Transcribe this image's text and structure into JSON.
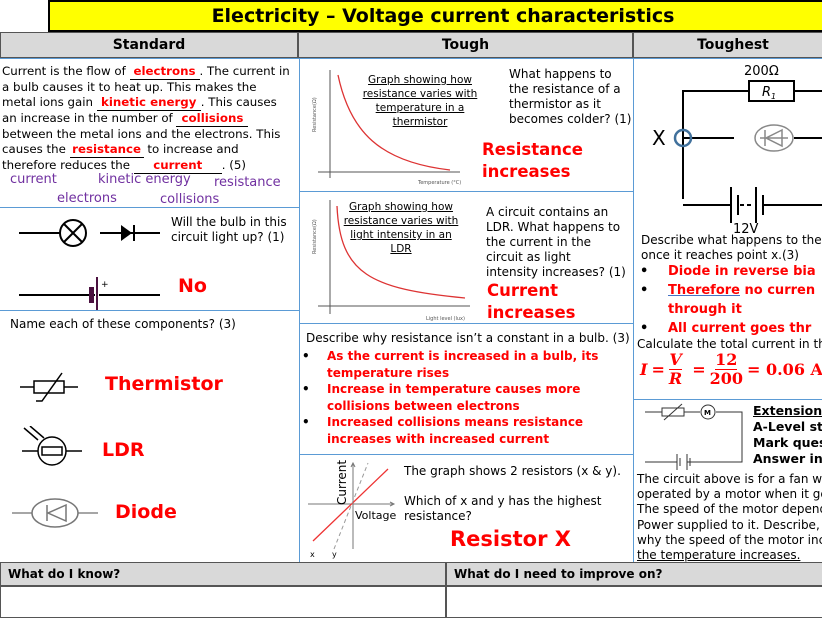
{
  "title": "Electricity – Voltage current characteristics",
  "columns": [
    "Standard",
    "Tough",
    "Toughest"
  ],
  "standard": {
    "fill": {
      "p1": "Current is the flow of ",
      "a1": "electrons",
      "p2": ". The current in a bulb causes it to heat up. This makes the metal ions gain ",
      "a2": "kinetic energy",
      "p3": ".  This causes an increase in the number of ",
      "a3": "collisions",
      "p4": " between the metal ions and the electrons. This causes the ",
      "a4": "resistance",
      "p5": " to increase and therefore reduces the ",
      "a5": "current",
      "p6": ". (5)"
    },
    "word_bank": [
      "current",
      "kinetic energy",
      "resistance",
      "electrons",
      "collisions"
    ],
    "bulb_question": "Will the bulb in this circuit light up? (1)",
    "bulb_answer": "No",
    "components_question": "Name each of these components? (3)",
    "components": [
      "Thermistor",
      "LDR",
      "Diode"
    ]
  },
  "tough": {
    "thermistor_graph_title": "Graph showing how resistance varies with temperature in a thermistor",
    "thermistor_graph_ylabel": "Resistance(Ω)",
    "thermistor_graph_xlabel": "Temperature (°C)",
    "thermistor_question": "What happens to the resistance of a thermistor as it becomes colder? (1)",
    "thermistor_answer": "Resistance increases",
    "ldr_graph_title": "Graph showing how resistance varies with light intensity in an LDR",
    "ldr_graph_ylabel": "Resistance(Ω)",
    "ldr_graph_xlabel": "Light level (lux)",
    "ldr_question": "A circuit contains an LDR. What happens to the current in the circuit as light intensity increases? (1)",
    "ldr_answer": "Current increases",
    "bulb_question": "Describe why resistance isn’t a constant in a bulb. (3)",
    "bulb_answers": [
      "As the current is increased in a bulb, its temperature rises",
      "Increase in temperature causes more collisions between electrons",
      "Increased collisions means resistance increases with increased current"
    ],
    "iv_ylabel": "Current",
    "iv_xlabel": "Voltage",
    "iv_x": "x",
    "iv_y": "y",
    "iv_text1": "The graph shows 2 resistors (x & y).",
    "iv_text2": "Which of x and y has the highest resistance?",
    "iv_answer": "Resistor X"
  },
  "toughest": {
    "resistor_value": "200Ω",
    "resistor_label": "R",
    "resistor_sub": "1",
    "point_label": "X",
    "battery_label": "12V",
    "question1": "Describe what happens to the c",
    "question1b": "once it reaches point x.(3)",
    "answers": [
      "Diode in reverse bia",
      "Therefore",
      "no curren",
      "through it",
      "All current goes thr"
    ],
    "question2": "Calculate the total current in th",
    "formula": {
      "I": "I",
      "V": "V",
      "R": "R",
      "num": "12",
      "den": "200",
      "result": "= 0.06 A"
    },
    "extension": [
      "Extension",
      "A-Level st",
      "Mark quest",
      "Answer in"
    ],
    "motor_label": "M",
    "extension_text": [
      "The circuit above is for a fan wi",
      "operated by a motor when it get",
      "The speed of the motor depend",
      "Power supplied to it. Describe, i",
      "why the speed of the motor incr",
      "the temperature increases."
    ]
  },
  "footer": {
    "know": "What do I know?",
    "improve": "What do I need to improve on?"
  }
}
